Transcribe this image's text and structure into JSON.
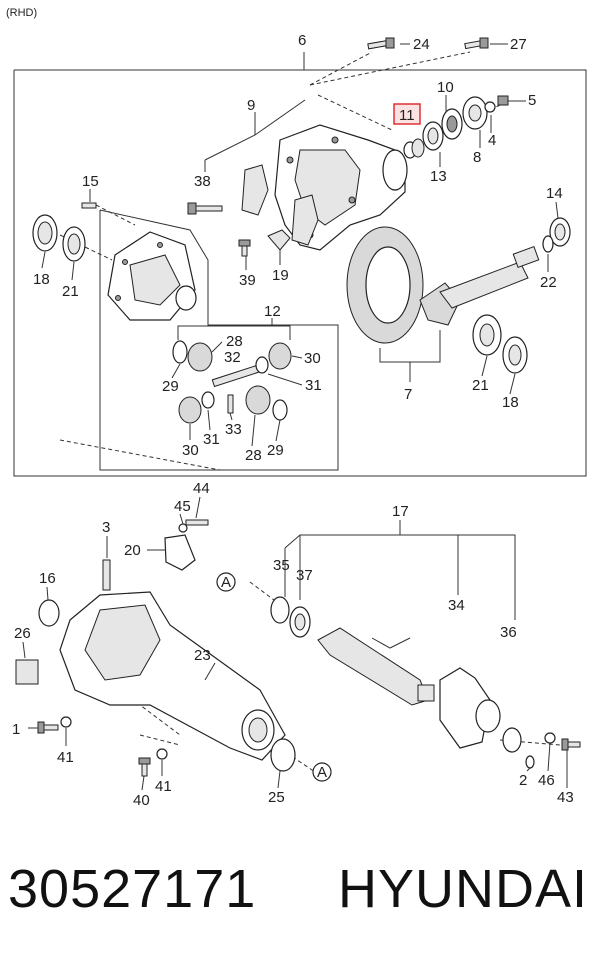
{
  "diagram": {
    "variant": "(RHD)",
    "callouts": [
      {
        "id": "c6",
        "text": "6"
      },
      {
        "id": "c24",
        "text": "24"
      },
      {
        "id": "c27",
        "text": "27"
      },
      {
        "id": "c5",
        "text": "5"
      },
      {
        "id": "c9",
        "text": "9"
      },
      {
        "id": "c10",
        "text": "10"
      },
      {
        "id": "c11",
        "text": "11"
      },
      {
        "id": "c4",
        "text": "4"
      },
      {
        "id": "c8",
        "text": "8"
      },
      {
        "id": "c13",
        "text": "13"
      },
      {
        "id": "c38",
        "text": "38"
      },
      {
        "id": "c15",
        "text": "15"
      },
      {
        "id": "c14",
        "text": "14"
      },
      {
        "id": "c18a",
        "text": "18"
      },
      {
        "id": "c21a",
        "text": "21"
      },
      {
        "id": "c39",
        "text": "39"
      },
      {
        "id": "c19",
        "text": "19"
      },
      {
        "id": "c22",
        "text": "22"
      },
      {
        "id": "c12",
        "text": "12"
      },
      {
        "id": "c28a",
        "text": "28"
      },
      {
        "id": "c32",
        "text": "32"
      },
      {
        "id": "c30a",
        "text": "30"
      },
      {
        "id": "c29a",
        "text": "29"
      },
      {
        "id": "c31a",
        "text": "31"
      },
      {
        "id": "c7",
        "text": "7"
      },
      {
        "id": "c21b",
        "text": "21"
      },
      {
        "id": "c18b",
        "text": "18"
      },
      {
        "id": "c30b",
        "text": "30"
      },
      {
        "id": "c31b",
        "text": "31"
      },
      {
        "id": "c33",
        "text": "33"
      },
      {
        "id": "c28b",
        "text": "28"
      },
      {
        "id": "c29b",
        "text": "29"
      },
      {
        "id": "c44",
        "text": "44"
      },
      {
        "id": "c45",
        "text": "45"
      },
      {
        "id": "c3",
        "text": "3"
      },
      {
        "id": "c20",
        "text": "20"
      },
      {
        "id": "c17",
        "text": "17"
      },
      {
        "id": "c16",
        "text": "16"
      },
      {
        "id": "c35",
        "text": "35"
      },
      {
        "id": "c37",
        "text": "37"
      },
      {
        "id": "cA1",
        "text": "A"
      },
      {
        "id": "c26",
        "text": "26"
      },
      {
        "id": "c34",
        "text": "34"
      },
      {
        "id": "c36",
        "text": "36"
      },
      {
        "id": "c23",
        "text": "23"
      },
      {
        "id": "c1",
        "text": "1"
      },
      {
        "id": "c41a",
        "text": "41"
      },
      {
        "id": "c2",
        "text": "2"
      },
      {
        "id": "c46",
        "text": "46"
      },
      {
        "id": "c43",
        "text": "43"
      },
      {
        "id": "c40",
        "text": "40"
      },
      {
        "id": "c41b",
        "text": "41"
      },
      {
        "id": "c25",
        "text": "25"
      },
      {
        "id": "cA2",
        "text": "A"
      }
    ],
    "highlight": {
      "callout": "11",
      "color": "#e03030"
    }
  },
  "footer": {
    "part_number": "30527171",
    "brand": "HYUNDAI"
  }
}
